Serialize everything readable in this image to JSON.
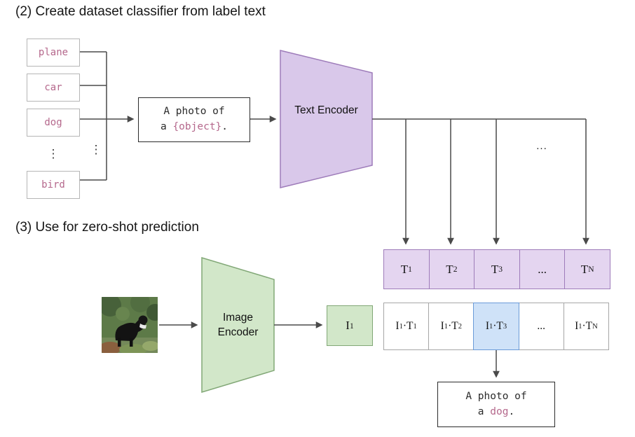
{
  "titles": {
    "section2": "(2) Create dataset classifier from label text",
    "section3": "(3) Use for zero-shot prediction"
  },
  "class_labels": [
    "plane",
    "car",
    "dog",
    "bird"
  ],
  "ellipsis_vertical": "⋮",
  "ellipsis_horizontal": "...",
  "prompt_box": {
    "line1": "A photo of",
    "line2_prefix": "a ",
    "line2_object": "{object}",
    "line2_suffix": "."
  },
  "encoders": {
    "text": "Text Encoder",
    "image": "Image Encoder"
  },
  "text_embeddings": [
    "T_1",
    "T_2",
    "T_3",
    "...",
    "T_N"
  ],
  "image_embedding": "I_1",
  "products": {
    "cells": [
      "I_1·T_1",
      "I_1·T_2",
      "I_1·T_3",
      "...",
      "I_1·T_N"
    ],
    "highlight_index": 2
  },
  "prediction_box": {
    "line1": "A photo of",
    "line2_prefix": "a ",
    "line2_object": "dog",
    "line2_suffix": "."
  },
  "colors": {
    "purple_fill": "#d9c8ea",
    "purple_fill_light": "#e4d5f0",
    "purple_border": "#9e7cba",
    "green_fill": "#d2e7c9",
    "green_border": "#82a877",
    "highlight_fill": "#cfe2f8",
    "highlight_border": "#6b9bd8",
    "label_pink": "#b5688c",
    "arrow": "#4a4a4a"
  }
}
